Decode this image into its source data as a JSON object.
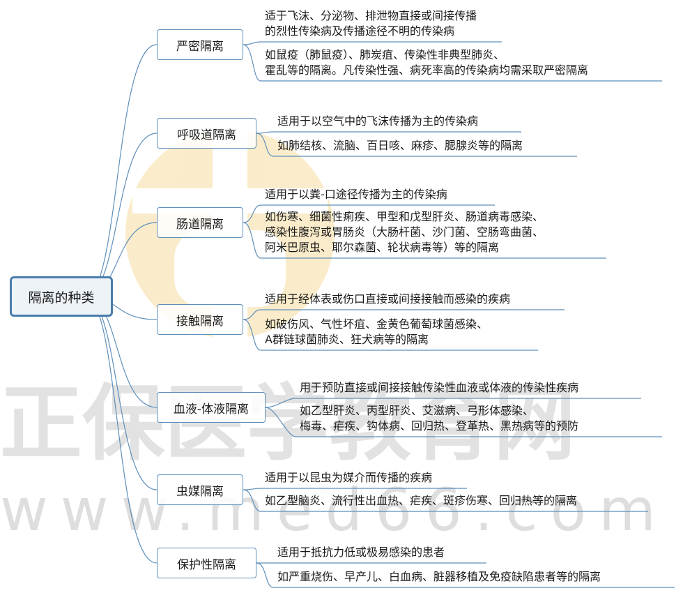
{
  "root": {
    "label": "隔离的种类"
  },
  "categories": [
    {
      "label": "严密隔离",
      "leaves": [
        "适于飞沫、分泌物、排泄物直接或间接传播\n的烈性传染病及传播途径不明的传染病",
        "如鼠疫（肺鼠疫）、肺炭疽、传染性非典型肺炎、\n霍乱等的隔离。凡传染性强、病死率高的传染病均需采取严密隔离"
      ]
    },
    {
      "label": "呼吸道隔离",
      "leaves": [
        "适用于以空气中的飞沫传播为主的传染病",
        "如肺结核、流脑、百日咳、麻疹、腮腺炎等的隔离"
      ]
    },
    {
      "label": "肠道隔离",
      "leaves": [
        "适用于以粪-口途径传播为主的传染病",
        "如伤寒、细菌性痢疾、甲型和戊型肝炎、肠道病毒感染、\n感染性腹泻或胃肠炎（大肠杆菌、沙门菌、空肠弯曲菌、\n阿米巴原虫、耶尔森菌、轮状病毒等）等的隔离"
      ]
    },
    {
      "label": "接触隔离",
      "leaves": [
        "适用于经体表或伤口直接或间接接触而感染的疾病",
        "如破伤风、气性坏疽、金黄色葡萄球菌感染、\nA群链球菌肺炎、狂犬病等的隔离"
      ]
    },
    {
      "label": "血液-体液隔离",
      "leaves": [
        "用于预防直接或间接接触传染性血液或体液的传染性疾病",
        "如乙型肝炎、丙型肝炎、艾滋病、弓形体感染、\n梅毒、疟疾、钩体病、回归热、登革热、黑热病等的预防"
      ]
    },
    {
      "label": "虫媒隔离",
      "leaves": [
        "适用于以昆虫为媒介而传播的疾病",
        "如乙型脑炎、流行性出血热、疟疾、斑疹伤寒、回归热等的隔离"
      ]
    },
    {
      "label": "保护性隔离",
      "leaves": [
        "适用于抵抗力低或极易感染的患者",
        "如严重烧伤、早产儿、白血病、脏器移植及免疫缺陷患者等的隔离"
      ]
    }
  ],
  "watermark": {
    "text": "正保医学教育网",
    "url_text": "www.med66.com"
  },
  "colors": {
    "line": "#5e8fbb",
    "root_border": "#4a7eab",
    "watermark_orange": "#f3c96a",
    "watermark_gray": "#8a8a8a"
  }
}
